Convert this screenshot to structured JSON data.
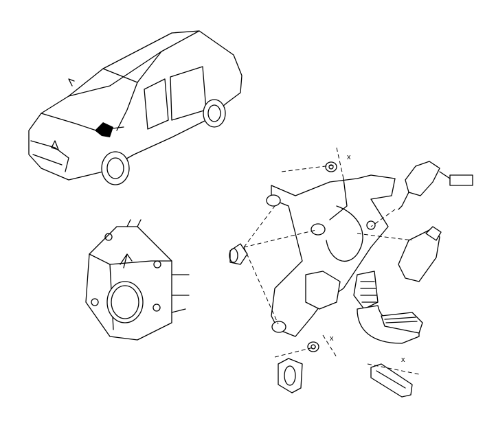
{
  "diagram": {
    "dimension_labels": [
      "x",
      "x",
      "x"
    ],
    "colors": {
      "line": "#000000",
      "background": "#ffffff"
    }
  }
}
